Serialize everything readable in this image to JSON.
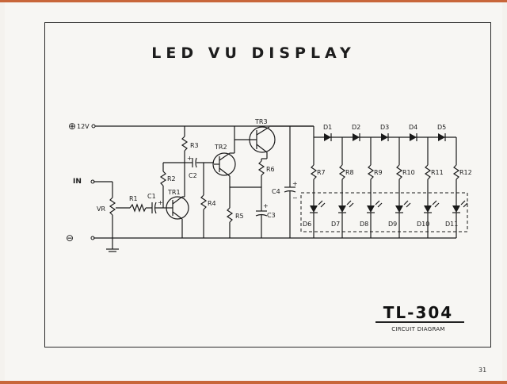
{
  "title": "LED VU DISPLAY",
  "model": "TL-304",
  "subtitle": "CIRCUIT DIAGRAM",
  "page_number": "31",
  "labels": {
    "supply": "12V",
    "input": "IN",
    "ground": "⊖",
    "plus_symbol": "⊕",
    "vr": "VR",
    "r1": "R1",
    "r2": "R2",
    "r3": "R3",
    "r4": "R4",
    "r5": "R5",
    "r6": "R6",
    "c1": "C1",
    "c2": "C2",
    "c3": "C3",
    "c4": "C4",
    "tr1": "TR1",
    "tr2": "TR2",
    "tr3": "TR3",
    "plus": "+",
    "minus": "−"
  },
  "chain_diodes": [
    "D1",
    "D2",
    "D3",
    "D4",
    "D5"
  ],
  "resistors_out": [
    "R7",
    "R8",
    "R9",
    "R10",
    "R11",
    "R12"
  ],
  "leds": [
    "D6",
    "D7",
    "D8",
    "D9",
    "D10",
    "D11"
  ]
}
